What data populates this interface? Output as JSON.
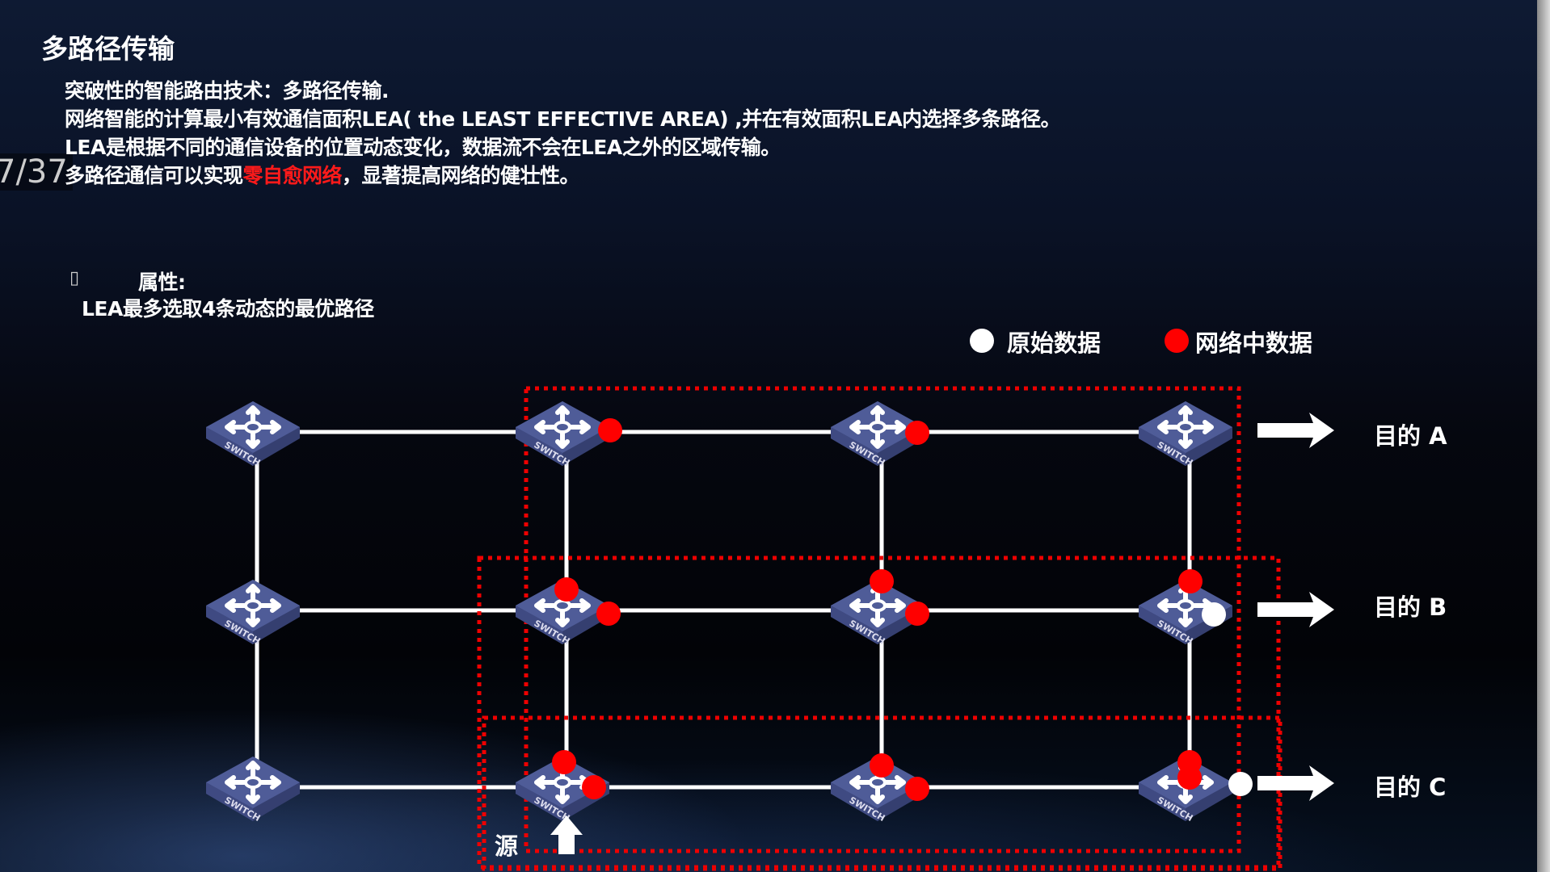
{
  "title": "多路径传输",
  "page_indicator": "7/37",
  "body": {
    "line1": "突破性的智能路由技术：多路径传输.",
    "line2": "网络智能的计算最小有效通信面积LEA( the LEAST EFFECTIVE AREA) ,并在有效面积LEA内选择多条路径。",
    "line3": "LEA是根据不同的通信设备的位置动态变化，数据流不会在LEA之外的区域传输。",
    "line4_pre": "多路径通信可以实现",
    "line4_highlight": "零自愈网络",
    "line4_post": "，显著提高网络的健壮性。"
  },
  "attributes": {
    "bullet": "▯",
    "heading": "属性:",
    "item": "LEA最多选取4条动态的最优路径"
  },
  "legend": {
    "original": "原始数据",
    "in_network": "网络中数据"
  },
  "diagram": {
    "switch_label": "SWITCH",
    "destinations": [
      "目的 A",
      "目的 B",
      "目的 C"
    ],
    "source": "源"
  },
  "colors": {
    "red": "#ff0000",
    "switch": "#4f5c98",
    "accent_text": "#ff1a1a"
  }
}
